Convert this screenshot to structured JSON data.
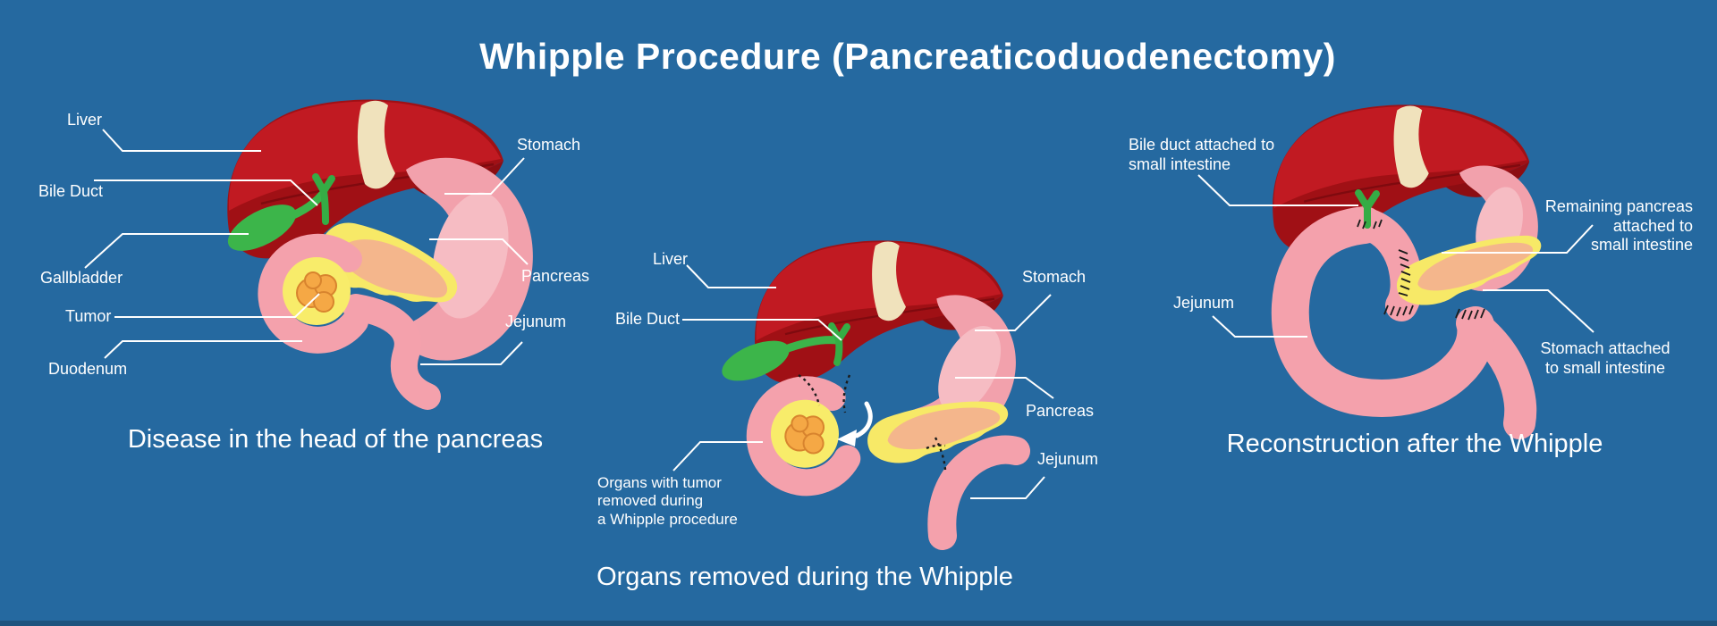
{
  "title": "Whipple Procedure (Pancreaticoduodenectomy)",
  "colors": {
    "background": "#2569A0",
    "text": "#FFFFFF",
    "leader_line": "#FFFFFF",
    "liver_dark": "#A01015",
    "liver_light": "#C11A22",
    "liver_shadow": "#8C0D12",
    "falciform_ligament": "#F0E2BC",
    "gallbladder_green": "#3CB54A",
    "stomach_pink": "#F2A1AC",
    "stomach_highlight": "#F6BCC3",
    "pancreas_yellow": "#F7E967",
    "pancreas_salmon": "#F4B68C",
    "tumor_orange": "#F5A845",
    "tumor_outline": "#D8842E",
    "intestine_pink": "#F4A1AC",
    "suture_black": "#1B1B1B"
  },
  "panels": [
    {
      "caption": "Disease in the head of the pancreas",
      "labels": {
        "liver": "Liver",
        "bile_duct": "Bile Duct",
        "gallbladder": "Gallbladder",
        "tumor": "Tumor",
        "duodenum": "Duodenum",
        "stomach": "Stomach",
        "pancreas": "Pancreas",
        "jejunum": "Jejunum"
      }
    },
    {
      "caption": "Organs removed during the Whipple",
      "labels": {
        "liver": "Liver",
        "bile_duct": "Bile Duct",
        "organs_removed": "Organs with tumor\nremoved during\na Whipple procedure",
        "stomach": "Stomach",
        "pancreas": "Pancreas",
        "jejunum": "Jejunum"
      }
    },
    {
      "caption": "Reconstruction after the Whipple",
      "labels": {
        "bile_duct_attached": "Bile duct attached to\nsmall intestine",
        "jejunum": "Jejunum",
        "remaining_pancreas": "Remaining pancreas\nattached to\nsmall intestine",
        "stomach_attached": "Stomach attached\nto small intestine"
      }
    }
  ]
}
